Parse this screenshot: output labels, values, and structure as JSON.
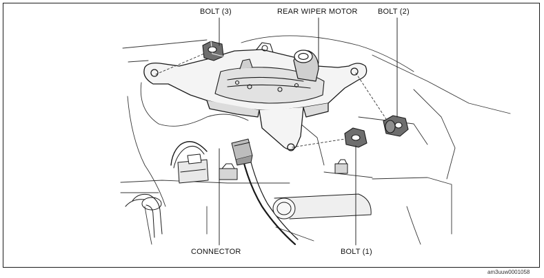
{
  "labels": {
    "bolt_3": "BOLT (3)",
    "rear_wiper_motor": "REAR WIPER MOTOR",
    "bolt_2": "BOLT (2)",
    "connector": "CONNECTOR",
    "bolt_1": "BOLT (1)"
  },
  "figure_code": "am3uuw0001058",
  "colors": {
    "line": "#1a1a1a",
    "shade": "#8a8a8a",
    "light": "#c9c9c9"
  }
}
